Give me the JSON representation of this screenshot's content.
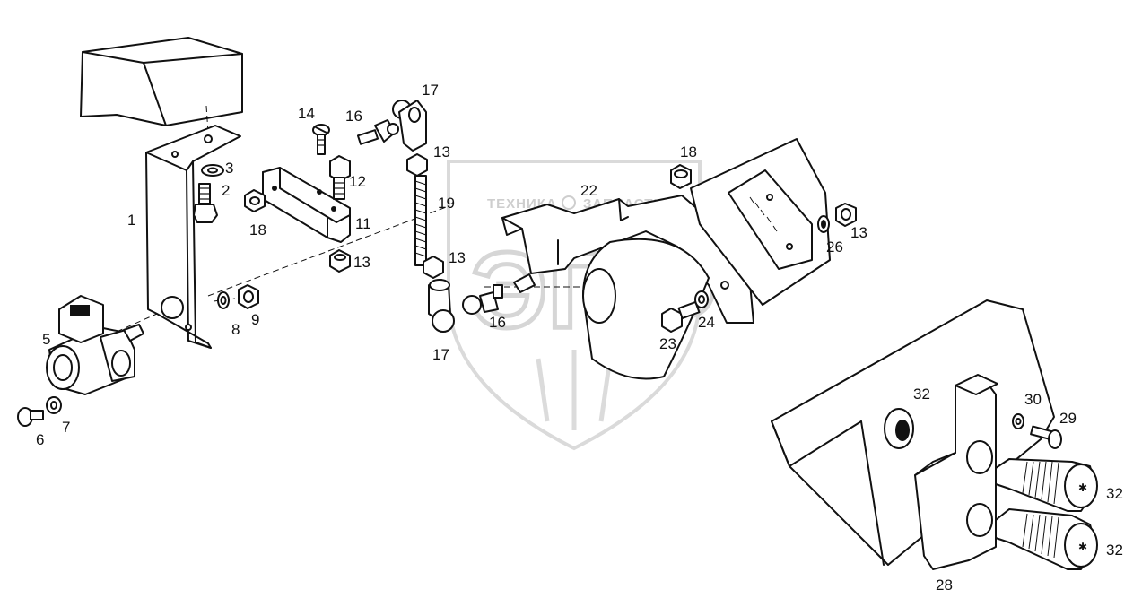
{
  "watermark": {
    "line1_left": "ТЕХНИКА",
    "line1_right": "ЗАПЧАСТИ",
    "logo": "ЭПФ"
  },
  "callouts": {
    "c1": "1",
    "c2": "2",
    "c3": "3",
    "c5": "5",
    "c6": "6",
    "c7": "7",
    "c8": "8",
    "c9": "9",
    "c11": "11",
    "c12": "12",
    "c13a": "13",
    "c13b": "13",
    "c13c": "13",
    "c13d": "13",
    "c14": "14",
    "c16a": "16",
    "c16b": "16",
    "c17a": "17",
    "c17b": "17",
    "c18a": "18",
    "c18b": "18",
    "c19": "19",
    "c22": "22",
    "c23": "23",
    "c24": "24",
    "c26": "26",
    "c28": "28",
    "c29": "29",
    "c30": "30",
    "c32a": "32",
    "c32b": "32",
    "c32c": "32"
  }
}
